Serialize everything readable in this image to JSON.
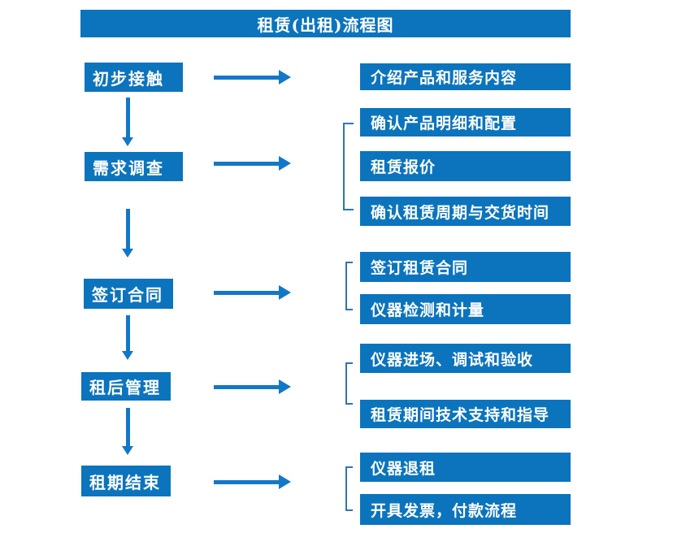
{
  "title": "租赁(出租)流程图",
  "colors": {
    "box_fill": "#0b74bd",
    "arrow": "#1377c8",
    "bracket": "#2e75b6",
    "text": "#ffffff",
    "background": "#ffffff"
  },
  "steps": [
    {
      "label": "初步接触"
    },
    {
      "label": "需求调查"
    },
    {
      "label": "签订合同"
    },
    {
      "label": "租后管理"
    },
    {
      "label": "租期结束"
    }
  ],
  "details": [
    {
      "label": "介绍产品和服务内容"
    },
    {
      "label": "确认产品明细和配置"
    },
    {
      "label": "租赁报价"
    },
    {
      "label": "确认租赁周期与交货时间"
    },
    {
      "label": "签订租赁合同"
    },
    {
      "label": "仪器检测和计量"
    },
    {
      "label": "仪器进场、调试和验收"
    },
    {
      "label": "租赁期间技术支持和指导"
    },
    {
      "label": "仪器退租"
    },
    {
      "label": "开具发票，付款流程"
    }
  ]
}
